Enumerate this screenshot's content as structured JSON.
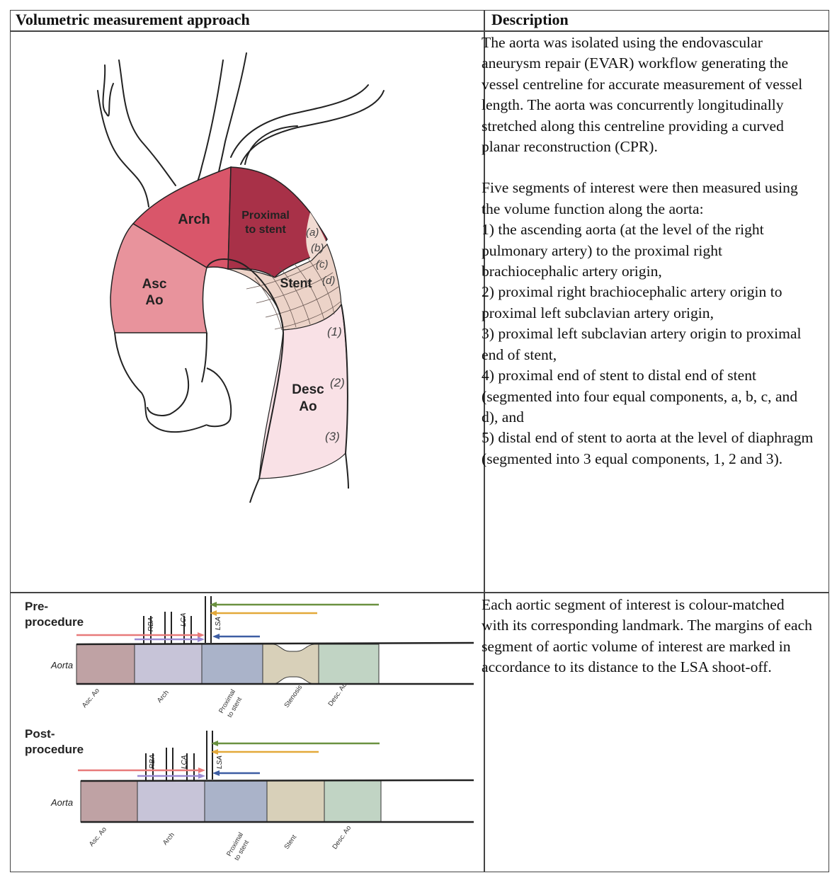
{
  "header": {
    "left": "Volumetric measurement approach",
    "right": "Description"
  },
  "description_top": {
    "para1": "The aorta was isolated using the endovascular aneurysm repair (EVAR) workflow generating the vessel centreline for accurate measurement of vessel length. The aorta was concurrently longitudinally stretched along this centreline providing a curved planar reconstruction (CPR).",
    "intro": "Five segments of interest were then measured using the volume function along the aorta:",
    "items": [
      "1) the ascending aorta (at the level of the right pulmonary artery) to the proximal right brachiocephalic artery origin,",
      "2) proximal right brachiocephalic artery origin to proximal left subclavian artery origin,",
      "3) proximal left subclavian artery origin to proximal end of stent,",
      "4) proximal end of stent to distal end of stent (segmented into four equal components, a, b, c, and d), and",
      "5) distal end of stent to aorta at the level of diaphragm (segmented into 3 equal components, 1, 2 and 3)."
    ]
  },
  "description_bottom": "Each aortic segment of interest is colour-matched with its corresponding landmark. The margins of each segment of aortic volume of interest are marked in accordance to its distance to the LSA shoot-off.",
  "aorta_diagram": {
    "arch": "Arch",
    "proximal_1": "Proximal",
    "proximal_2": "to stent",
    "asc_1": "Asc",
    "asc_2": "Ao",
    "stent": "Stent",
    "desc_1": "Desc",
    "desc_2": "Ao",
    "sub_a": "(a)",
    "sub_b": "(b)",
    "sub_c": "(c)",
    "sub_d": "(d)",
    "sub_1": "(1)",
    "sub_2": "(2)",
    "sub_3": "(3)",
    "colors": {
      "arch": "#d9566a",
      "proximal": "#a83148",
      "asc": "#e8939c",
      "stent": "#ecd3c8",
      "desc": "#f9e1e6"
    }
  },
  "pre": {
    "title_1": "Pre-",
    "title_2": "procedure",
    "aorta": "Aorta",
    "rba": "RBA",
    "lca": "LCA",
    "lsa": "LSA",
    "segments": [
      "Asc. Ao",
      "Arch",
      "Proximal",
      "to stent",
      "Stenosis",
      "Desc. Ao"
    ]
  },
  "post": {
    "title_1": "Post-",
    "title_2": "procedure",
    "aorta": "Aorta",
    "rba": "RBA",
    "lca": "LCA",
    "lsa": "LSA",
    "segments": [
      "Asc. Ao",
      "Arch",
      "Proximal",
      "to stent",
      "Stent",
      "Desc. Ao"
    ]
  },
  "segment_colors": {
    "asc": "#bfa2a4",
    "arch": "#c7c4d8",
    "proximal": "#aab3c9",
    "stent": "#d8d0b9",
    "desc": "#c1d4c4"
  },
  "arrow_colors": {
    "red": "#e87a7a",
    "purple": "#9b8bd3",
    "blue": "#3d5da3",
    "orange": "#e3a93a",
    "green": "#6a9140"
  }
}
